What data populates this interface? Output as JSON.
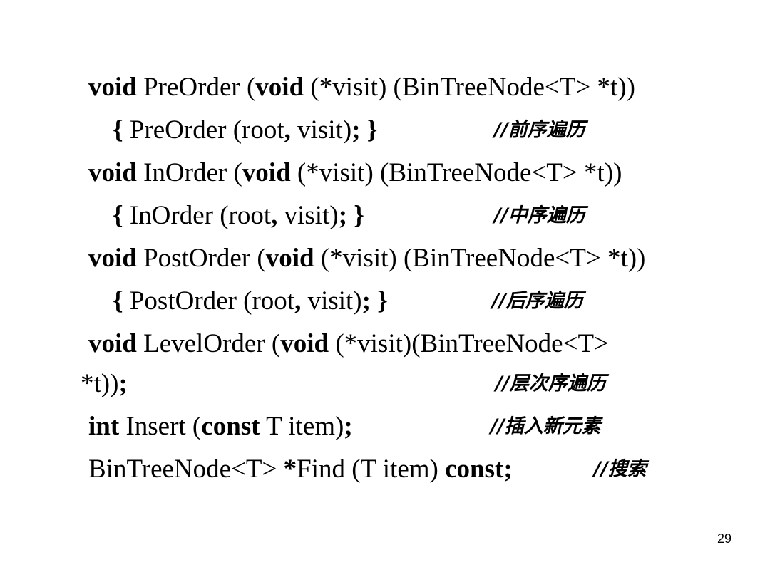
{
  "lines": [
    {
      "segments": [
        {
          "text": "void",
          "bold": true
        },
        {
          "text": " PreOrder (",
          "bold": false
        },
        {
          "text": "void",
          "bold": true
        },
        {
          "text": " (*visit) (BinTreeNode<T> *t))",
          "bold": false
        }
      ],
      "comment": ""
    },
    {
      "segments": [
        {
          "text": "{",
          "bold": true
        },
        {
          "text": " PreOrder (root",
          "bold": false
        },
        {
          "text": ",",
          "bold": true
        },
        {
          "text": " visit)",
          "bold": false
        },
        {
          "text": ";",
          "bold": true
        },
        {
          "text": " ",
          "bold": false
        },
        {
          "text": "}",
          "bold": true
        }
      ],
      "comment": "//前序遍历"
    },
    {
      "segments": [
        {
          "text": "void",
          "bold": true
        },
        {
          "text": " InOrder (",
          "bold": false
        },
        {
          "text": "void",
          "bold": true
        },
        {
          "text": " (*visit) (BinTreeNode<T> *t))",
          "bold": false
        }
      ],
      "comment": ""
    },
    {
      "segments": [
        {
          "text": "{",
          "bold": true
        },
        {
          "text": " InOrder (root",
          "bold": false
        },
        {
          "text": ",",
          "bold": true
        },
        {
          "text": " visit)",
          "bold": false
        },
        {
          "text": ";",
          "bold": true
        },
        {
          "text": " ",
          "bold": false
        },
        {
          "text": "}",
          "bold": true
        }
      ],
      "comment": "//中序遍历"
    },
    {
      "segments": [
        {
          "text": "void",
          "bold": true
        },
        {
          "text": " PostOrder (",
          "bold": false
        },
        {
          "text": "void",
          "bold": true
        },
        {
          "text": " (*visit) (BinTreeNode<T> *t))",
          "bold": false
        }
      ],
      "comment": ""
    },
    {
      "segments": [
        {
          "text": "{",
          "bold": true
        },
        {
          "text": " PostOrder (root",
          "bold": false
        },
        {
          "text": ",",
          "bold": true
        },
        {
          "text": " visit)",
          "bold": false
        },
        {
          "text": ";",
          "bold": true
        },
        {
          "text": " ",
          "bold": false
        },
        {
          "text": "}",
          "bold": true
        }
      ],
      "comment": "//后序遍历"
    },
    {
      "segments": [
        {
          "text": "void",
          "bold": true
        },
        {
          "text": " LevelOrder (",
          "bold": false
        },
        {
          "text": "void",
          "bold": true
        },
        {
          "text": " (*visit)(BinTreeNode<T>",
          "bold": false
        }
      ],
      "comment": ""
    },
    {
      "segments": [
        {
          "text": "*t))",
          "bold": false
        },
        {
          "text": ";",
          "bold": true
        }
      ],
      "comment": "//层次序遍历"
    },
    {
      "segments": [
        {
          "text": "int",
          "bold": true
        },
        {
          "text": " Insert (",
          "bold": false
        },
        {
          "text": "const",
          "bold": true
        },
        {
          "text": " T item)",
          "bold": false
        },
        {
          "text": ";",
          "bold": true
        }
      ],
      "comment": "//插入新元素"
    },
    {
      "segments": [
        {
          "text": "BinTreeNode<T> ",
          "bold": false
        },
        {
          "text": "*",
          "bold": true
        },
        {
          "text": "Find (T item) ",
          "bold": false
        },
        {
          "text": "const;",
          "bold": true
        }
      ],
      "comment": "//搜索"
    }
  ],
  "page_number": "29"
}
